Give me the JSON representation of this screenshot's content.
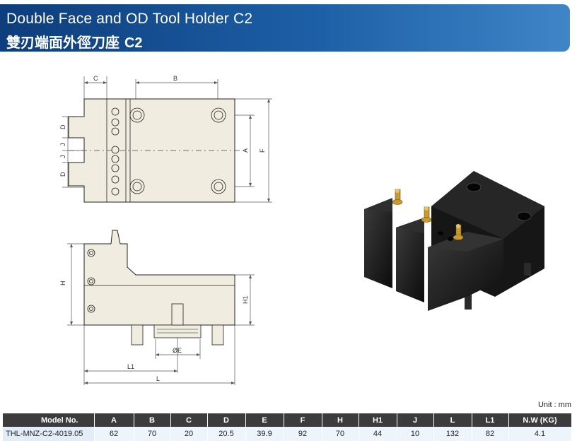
{
  "header": {
    "title_en": "Double Face and OD Tool Holder C2",
    "title_zh": "雙刃端面外徑刀座",
    "title_zh_code": "C2"
  },
  "drawing_labels": {
    "c": "C",
    "b": "B",
    "d_top": "D",
    "j_top": "J",
    "j_bottom": "J",
    "d_bottom": "D",
    "a": "A",
    "f": "F",
    "h": "H",
    "h1": "H1",
    "oe": "ØE",
    "l1": "L1",
    "l": "L"
  },
  "unit_text": "Unit : mm",
  "spec_table": {
    "headers": [
      "Model No.",
      "A",
      "B",
      "C",
      "D",
      "E",
      "F",
      "H",
      "H1",
      "J",
      "L",
      "L1",
      "N.W (KG)"
    ],
    "rows": [
      [
        "THL-MNZ-C2-4019.05",
        "62",
        "70",
        "20",
        "20.5",
        "39.9",
        "92",
        "70",
        "44",
        "10",
        "132",
        "82",
        "4.1"
      ]
    ]
  }
}
